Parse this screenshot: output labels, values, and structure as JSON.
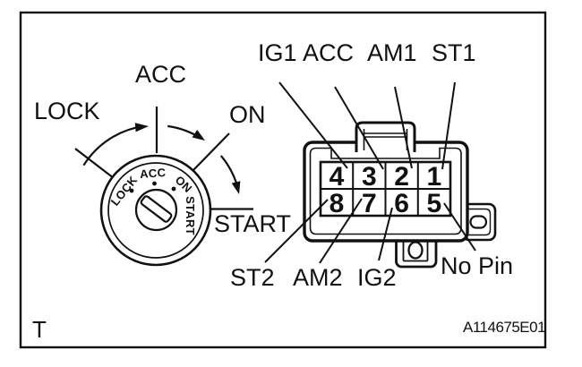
{
  "figure": {
    "corner_label": "T",
    "code": "A114675E01"
  },
  "key_cylinder": {
    "position_labels": {
      "lock": "LOCK",
      "acc": "ACC",
      "on": "ON",
      "start": "START"
    },
    "dial_labels": {
      "lock": "LOCK",
      "acc": "ACC",
      "on": "ON",
      "start": "START"
    }
  },
  "connector": {
    "top_labels": [
      "IG1",
      "ACC",
      "AM1",
      "ST1"
    ],
    "pins_top_row": [
      "4",
      "3",
      "2",
      "1"
    ],
    "pins_bottom_row": [
      "8",
      "7",
      "6",
      "5"
    ],
    "bottom_labels": [
      "ST2",
      "AM2",
      "IG2"
    ],
    "no_pin_label": "No Pin"
  },
  "colors": {
    "line": "#111111",
    "background": "#ffffff"
  }
}
